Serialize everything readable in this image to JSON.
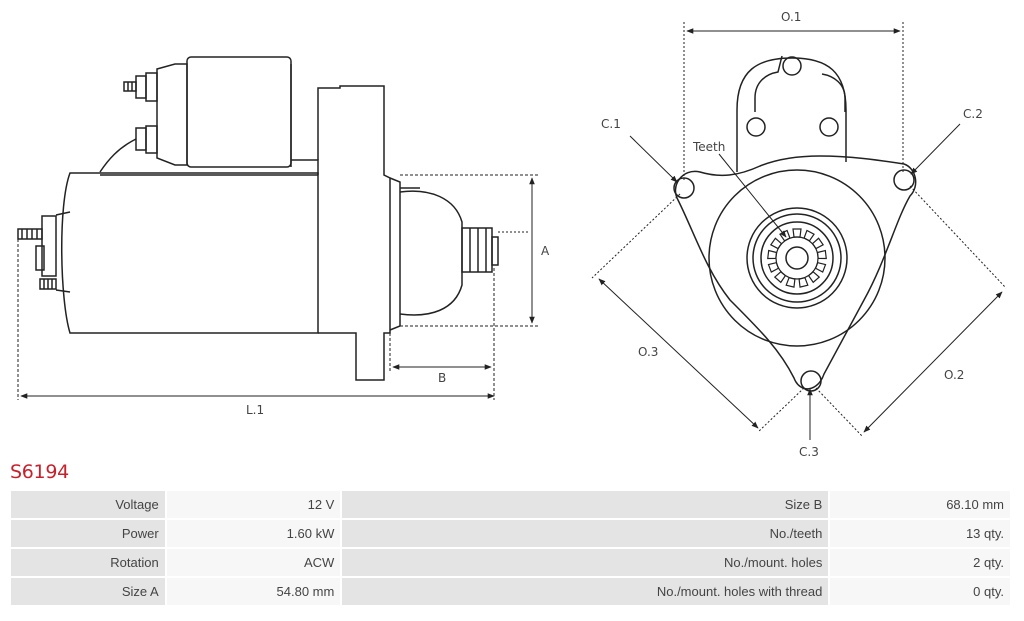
{
  "diagram": {
    "labels": {
      "o1": "O.1",
      "c1": "C.1",
      "c2": "C.2",
      "c3_left": "O.3",
      "o2": "O.2",
      "c3_bottom": "C.3",
      "teeth": "Teeth",
      "a": "A",
      "b": "B",
      "l1": "L.1"
    }
  },
  "product": {
    "code": "S6194"
  },
  "specs": {
    "rows": [
      {
        "label": "Voltage",
        "value": "12 V",
        "label2": "Size B",
        "value2": "68.10 mm"
      },
      {
        "label": "Power",
        "value": "1.60 kW",
        "label2": "No./teeth",
        "value2": "13 qty."
      },
      {
        "label": "Rotation",
        "value": "ACW",
        "label2": "No./mount. holes",
        "value2": "2 qty."
      },
      {
        "label": "Size A",
        "value": "54.80 mm",
        "label2": "No./mount. holes with thread",
        "value2": "0 qty."
      }
    ]
  }
}
